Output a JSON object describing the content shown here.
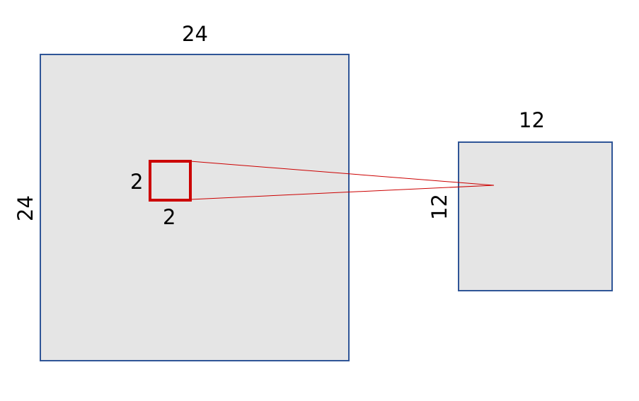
{
  "diagram": {
    "input_map": {
      "width_label": "24",
      "height_label": "24",
      "fill": "#e5e5e5",
      "stroke": "#2f5597"
    },
    "pool_window": {
      "width_label": "2",
      "height_label": "2",
      "stroke": "#cc0000"
    },
    "output_map": {
      "width_label": "12",
      "height_label": "12",
      "fill": "#e5e5e5",
      "stroke": "#2f5597"
    },
    "projection_line_color": "#cc0000"
  }
}
